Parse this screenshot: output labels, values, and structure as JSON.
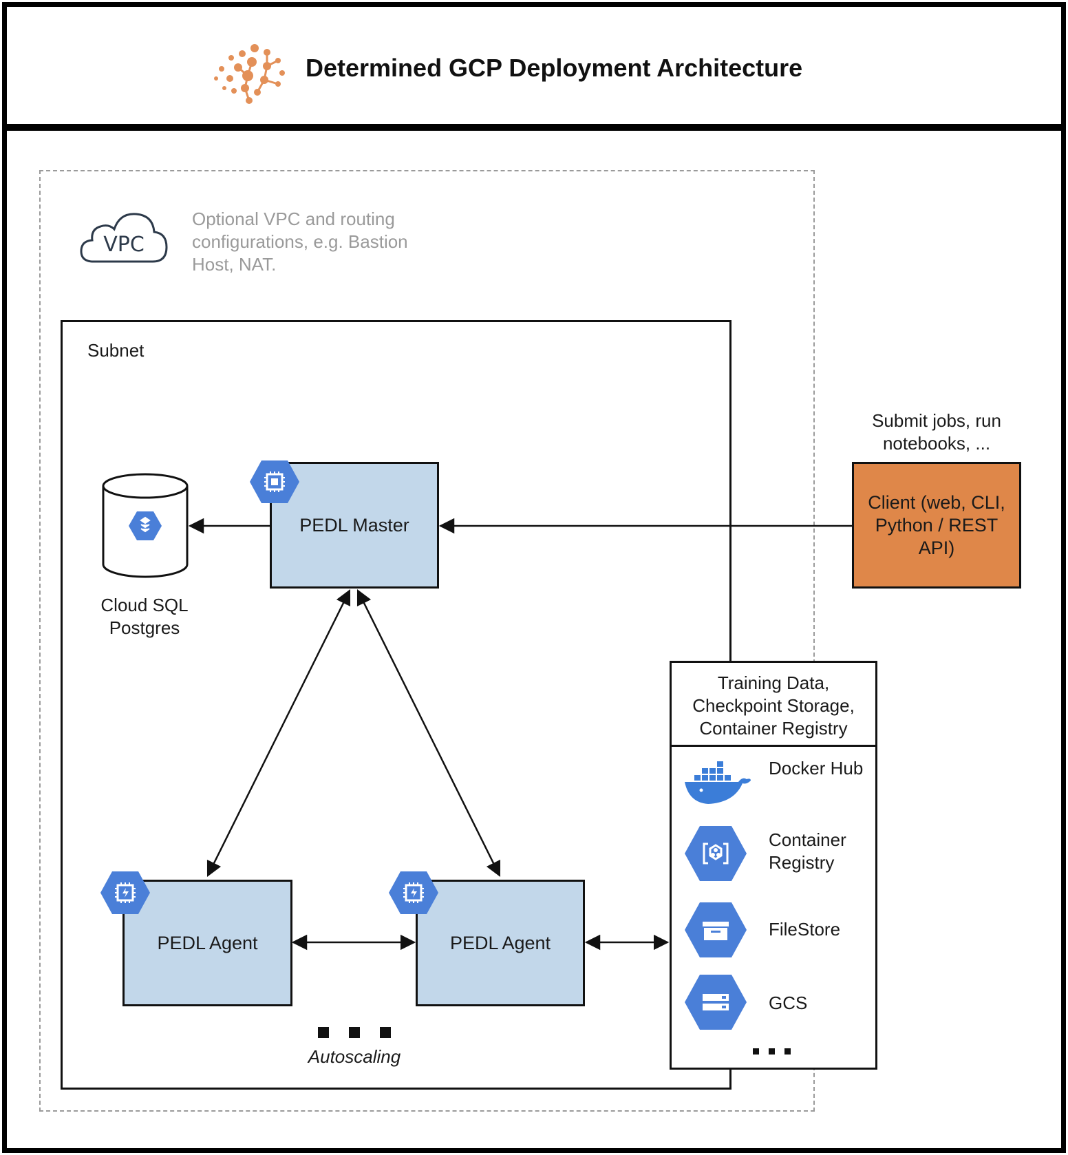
{
  "header": {
    "title": "Determined GCP Deployment Architecture"
  },
  "vpc": {
    "icon_text": "VPC",
    "description": "Optional  VPC and routing configurations, e.g. Bastion Host, NAT."
  },
  "subnet": {
    "label": "Subnet"
  },
  "database": {
    "label": "Cloud SQL Postgres"
  },
  "master": {
    "label": "PEDL Master"
  },
  "agents": [
    {
      "label": "PEDL Agent"
    },
    {
      "label": "PEDL Agent"
    }
  ],
  "autoscaling": {
    "label": "Autoscaling"
  },
  "client": {
    "label": "Client (web, CLI, Python / REST API)",
    "caption": "Submit jobs, run notebooks, ..."
  },
  "storage": {
    "header": "Training Data, Checkpoint Storage, Container Registry",
    "services": [
      {
        "label": "Docker Hub",
        "icon": "docker-icon"
      },
      {
        "label": "Container Registry",
        "icon": "container-registry-icon"
      },
      {
        "label": "FileStore",
        "icon": "filestore-icon"
      },
      {
        "label": "GCS",
        "icon": "gcs-icon"
      }
    ]
  },
  "colors": {
    "node_fill": "#c2d7ea",
    "client_fill": "#df8749",
    "gcp_blue": "#4a7fd8",
    "logo_orange": "#e39058"
  }
}
